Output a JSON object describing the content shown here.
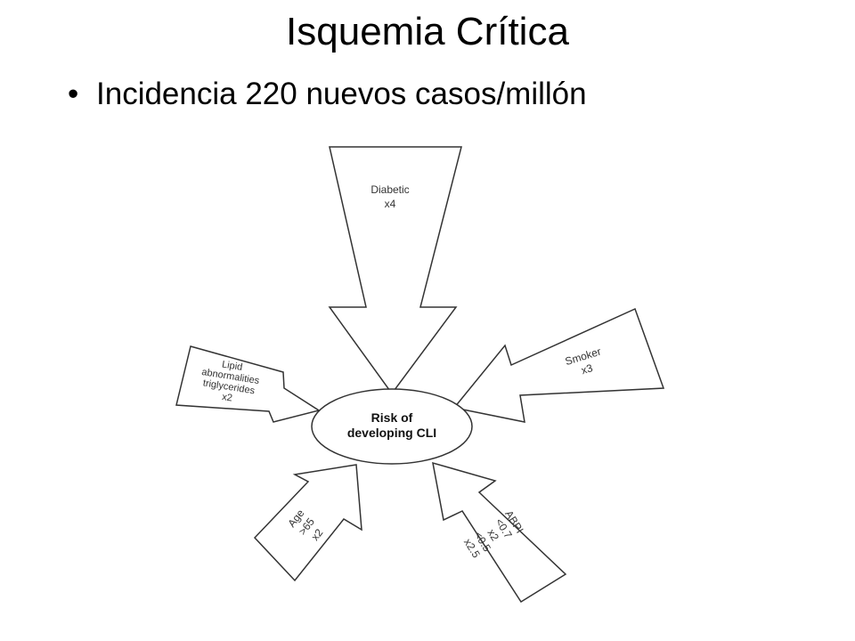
{
  "slide": {
    "title": "Isquemia Crítica",
    "bullet_symbol": "•",
    "bullet_text": "Incidencia 220 nuevos casos/millón"
  },
  "diagram": {
    "center": {
      "line1": "Risk of",
      "line2": "developing CLI"
    },
    "diabetic": {
      "line1": "Diabetic",
      "line2": "x4"
    },
    "smoker": {
      "line1": "Smoker",
      "line2": "x3"
    },
    "lipid": {
      "line1": "Lipid",
      "line2": "abnormalities",
      "line3": "triglycerides",
      "line4": "x2"
    },
    "age": {
      "line1": "Age",
      "line2": ">65",
      "line3": "x2"
    },
    "abpi": {
      "line1": "ABPI",
      "line2": "<0.7",
      "line3": "x2",
      "line4": "<0.5",
      "line5": "x2.5"
    }
  },
  "colors": {
    "stroke": "#333333",
    "background": "#ffffff"
  }
}
